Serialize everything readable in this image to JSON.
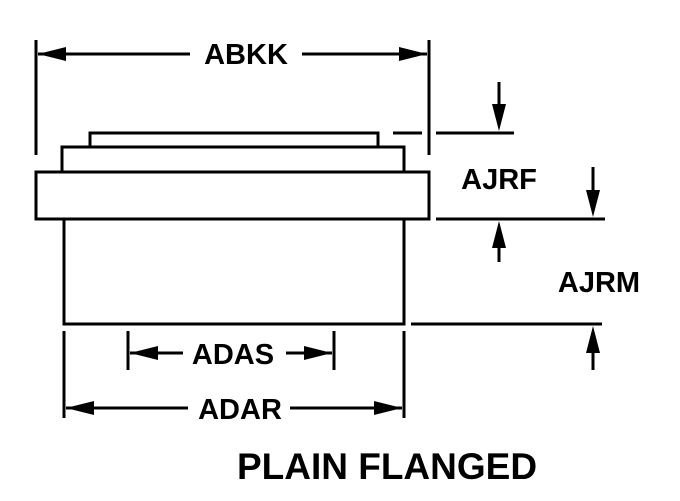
{
  "diagram": {
    "title": "PLAIN FLANGED",
    "colors": {
      "stroke": "#000000",
      "background": "#ffffff"
    },
    "dimensions": {
      "overall_flange_diameter": "ABKK",
      "flange_thickness": "AJRF",
      "body_height": "AJRM",
      "inner_diameter": "ADAS",
      "body_outer_diameter": "ADAR"
    }
  }
}
